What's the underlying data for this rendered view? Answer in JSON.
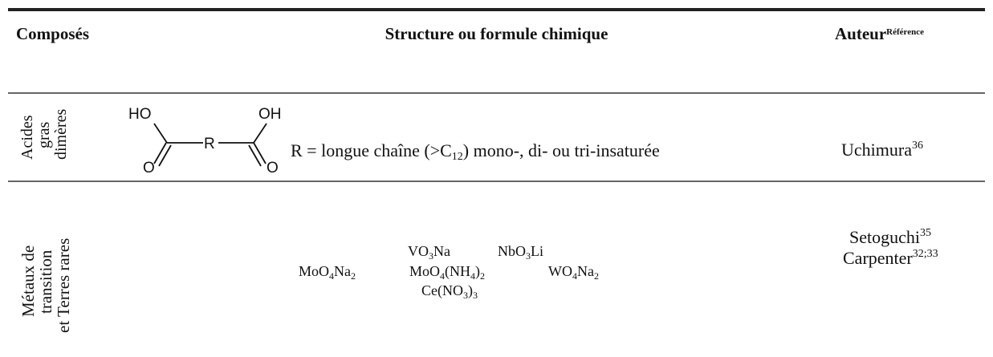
{
  "table": {
    "headers": {
      "composes": "Composés",
      "structure": "Structure ou formule chimique",
      "auteur": "Auteur",
      "auteur_sup": "Référence"
    },
    "rows": [
      {
        "compound_lines": [
          "Acides",
          "gras",
          "dimères"
        ],
        "structure": {
          "atoms": {
            "ho": "HO",
            "oh": "OH",
            "r": "R",
            "o_left": "O",
            "o_right": "O"
          },
          "desc_prefix": "R = longue chaîne (>C",
          "desc_sub": "12",
          "desc_suffix": ") mono-, di- ou tri-insaturée"
        },
        "authors": [
          {
            "name": "Uchimura",
            "ref": "36"
          }
        ]
      },
      {
        "compound_lines": [
          "Métaux de",
          "transition",
          "et Terres rares"
        ],
        "formulas": {
          "vo3na": {
            "a": "VO",
            "s1": "3",
            "b": "Na"
          },
          "nbo3li": {
            "a": "NbO",
            "s1": "3",
            "b": "Li"
          },
          "moo4na2": {
            "a": "MoO",
            "s1": "4",
            "b": "Na",
            "s2": "2"
          },
          "moo4nh4": {
            "a": "MoO",
            "s1": "4",
            "b": "(NH",
            "s2": "4",
            "c": ")",
            "s3": "2"
          },
          "wo4na2": {
            "a": "WO",
            "s1": "4",
            "b": "Na",
            "s2": "2"
          },
          "ceno33": {
            "a": "Ce(NO",
            "s1": "3",
            "b": ")",
            "s2": "3"
          }
        },
        "authors": [
          {
            "name": "Setoguchi",
            "ref": "35"
          },
          {
            "name": "Carpenter",
            "ref": "32;33"
          }
        ]
      }
    ]
  }
}
